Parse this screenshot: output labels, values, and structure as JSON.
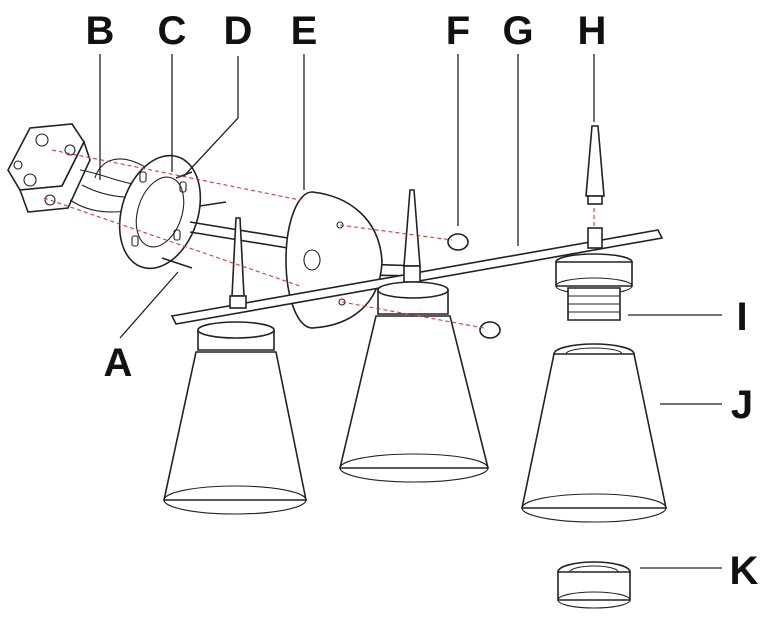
{
  "callouts": {
    "A": "A",
    "B": "B",
    "C": "C",
    "D": "D",
    "E": "E",
    "F": "F",
    "G": "G",
    "H": "H",
    "I": "I",
    "J": "J",
    "K": "K"
  },
  "colors": {
    "line": "#222222",
    "guide": "#d23a3a",
    "background": "#ffffff"
  }
}
